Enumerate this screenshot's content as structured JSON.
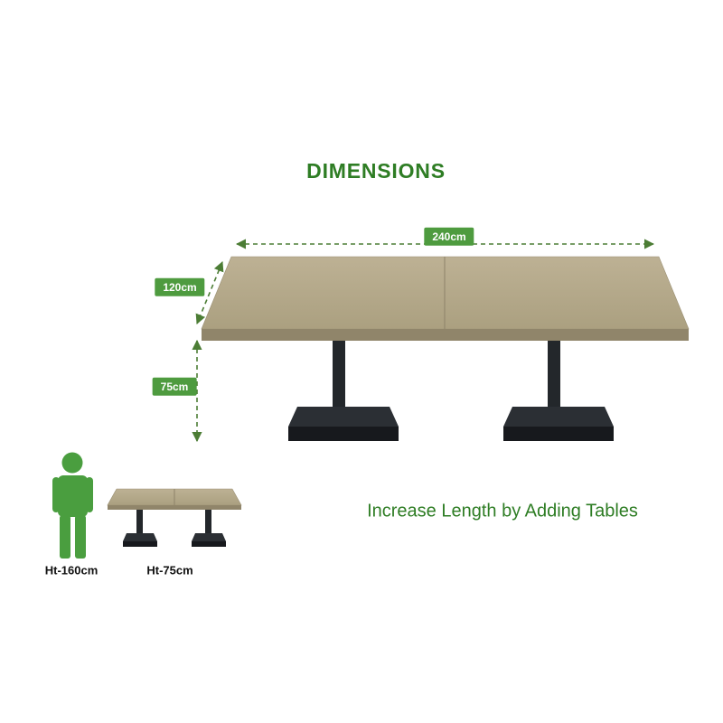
{
  "page": {
    "title": "DIMENSIONS",
    "subtitle": "Increase Length by Adding Tables"
  },
  "dimensions": {
    "length_label": "240cm",
    "depth_label": "120cm",
    "height_label": "75cm"
  },
  "scale_reference": {
    "person_height_label": "Ht-160cm",
    "table_height_label": "Ht-75cm"
  },
  "colors": {
    "accent_green": "#2e7d24",
    "badge_green": "#4e9b3f",
    "arrow_green": "#4c7d35",
    "person_green": "#4a9e3f",
    "tabletop_light": "#bdb194",
    "tabletop_shadow": "#aba080",
    "table_edge": "#90856a",
    "leg_dark": "#23272b",
    "base_dark": "#17191d"
  }
}
